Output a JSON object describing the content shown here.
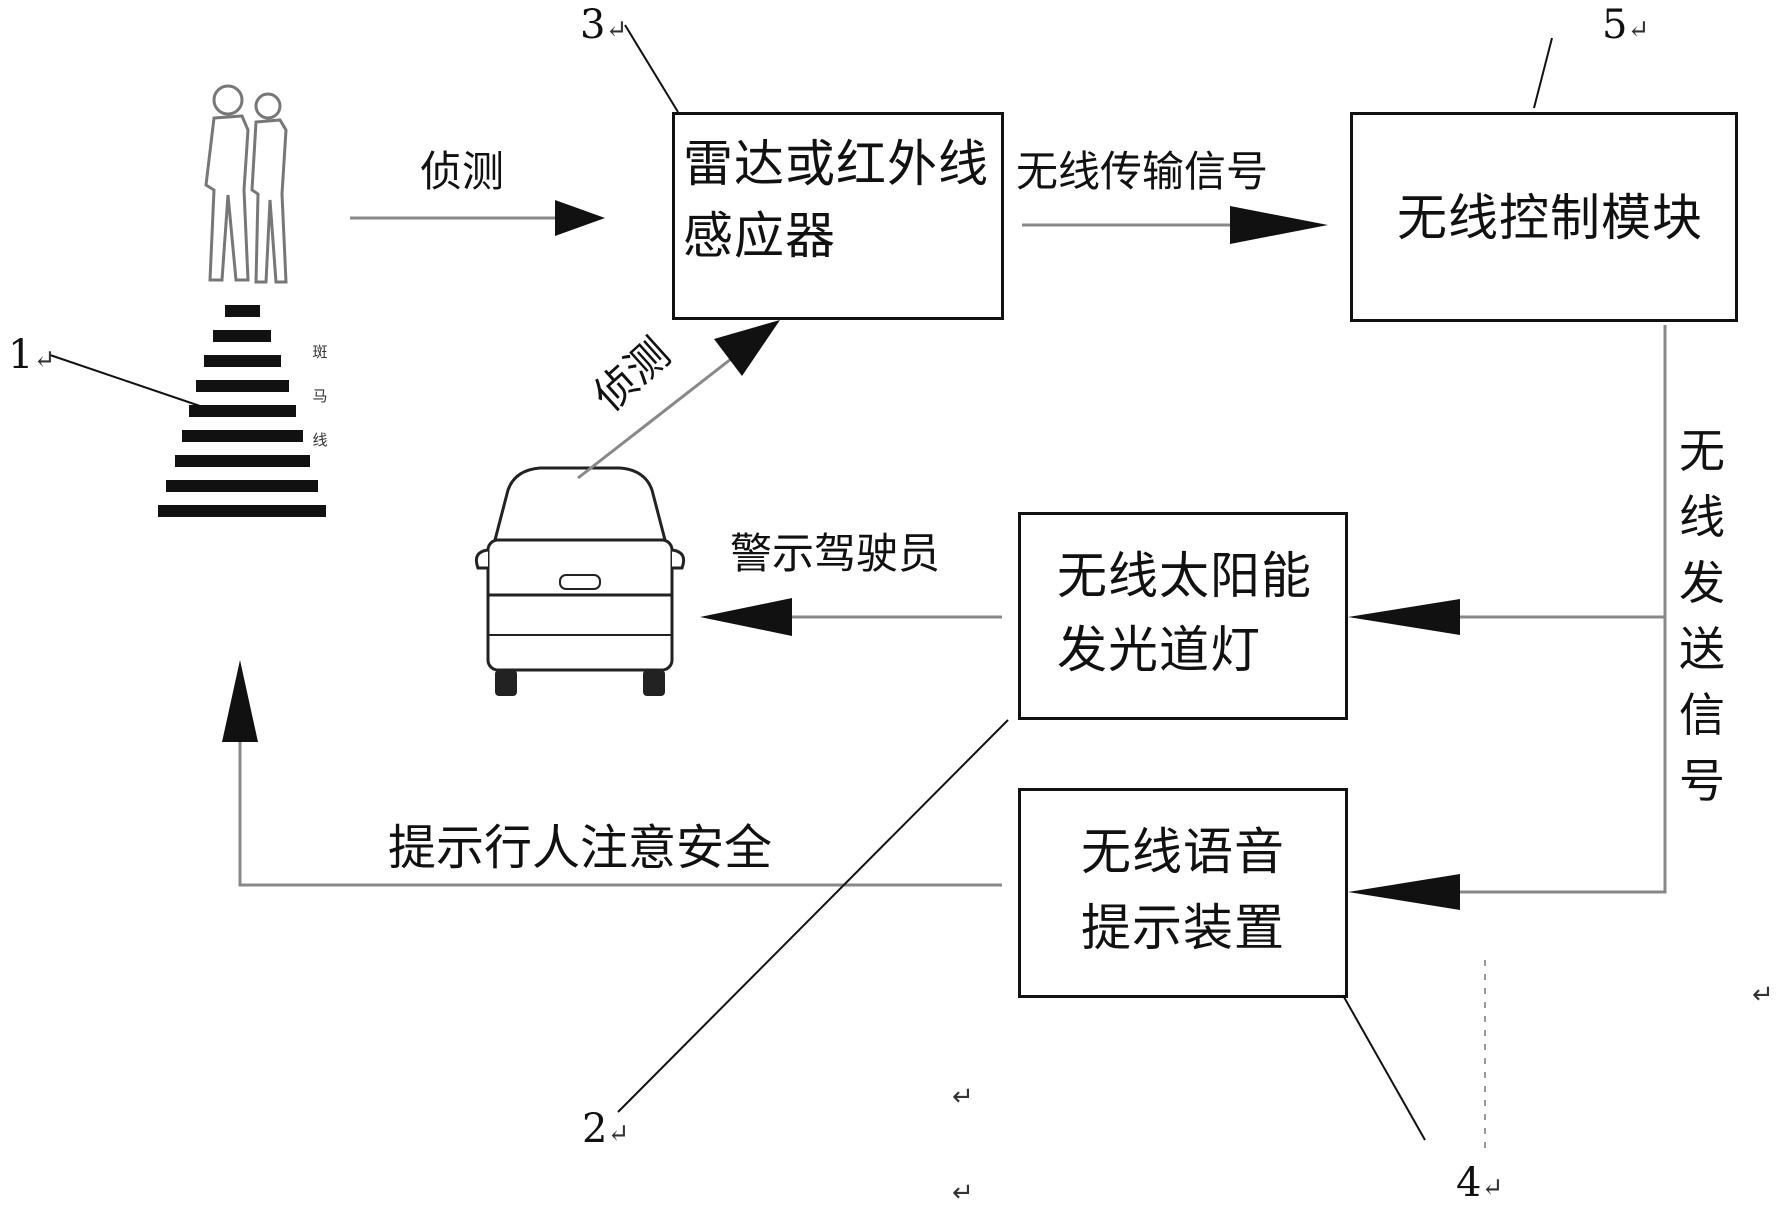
{
  "boxes": {
    "sensor": {
      "line1": "雷达或红外线",
      "line2": "感应器"
    },
    "control": {
      "text": "无线控制模块"
    },
    "lamp": {
      "line1": "无线太阳能",
      "line2": "发光道灯"
    },
    "voice": {
      "line1": "无线语音",
      "line2": "提示装置"
    }
  },
  "labels": {
    "detect_pedestrian": "侦测",
    "detect_car": "侦测",
    "wireless_transmit": "无线传输信号",
    "wireless_send_vertical": [
      "无",
      "线",
      "发",
      "送",
      "信",
      "号"
    ],
    "warn_driver": "警示驾驶员",
    "remind_pedestrian": "提示行人注意安全",
    "crosswalk_vertical": [
      "斑",
      "马",
      "线"
    ]
  },
  "refs": {
    "ref1": "1",
    "ref2": "2",
    "ref3": "3",
    "ref4": "4",
    "ref5": "5",
    "mark": "↵"
  },
  "icons": [
    "pedestrians-icon",
    "crosswalk-icon",
    "car-icon"
  ]
}
